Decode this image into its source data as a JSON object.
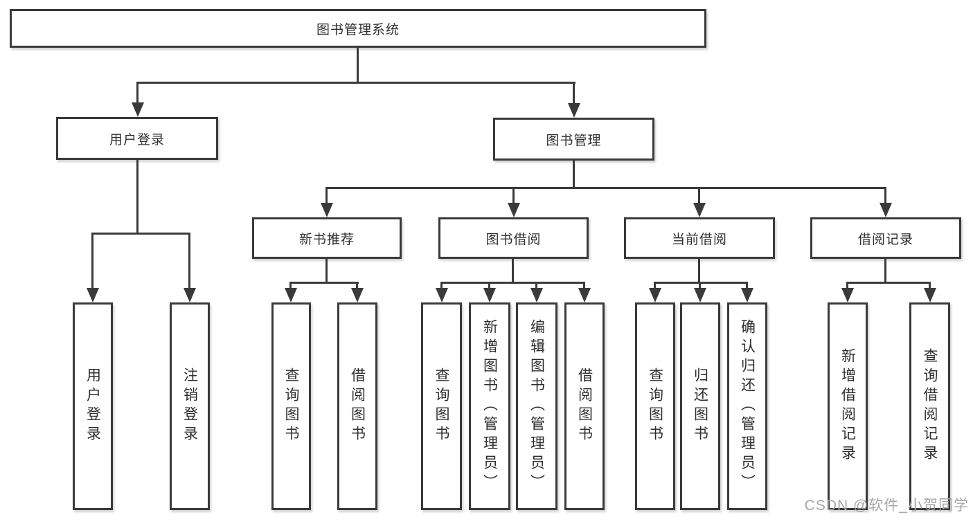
{
  "diagram": {
    "root": {
      "label": "图书管理系统"
    },
    "level2": [
      {
        "label": "用户登录"
      },
      {
        "label": "图书管理"
      }
    ],
    "level3": [
      {
        "label": "新书推荐"
      },
      {
        "label": "图书借阅"
      },
      {
        "label": "当前借阅"
      },
      {
        "label": "借阅记录"
      }
    ],
    "leaves_user": [
      "用户登录",
      "注销登录"
    ],
    "leaves_recommend": [
      "查询图书",
      "借阅图书"
    ],
    "leaves_borrow": [
      "查询图书",
      "新增图书（管理员）",
      "编辑图书（管理员）",
      "借阅图书"
    ],
    "leaves_current": [
      "查询图书",
      "归还图书",
      "确认归还（管理员）"
    ],
    "leaves_record": [
      "新增借阅记录",
      "查询借阅记录"
    ]
  },
  "watermark": {
    "text": "CSDN @软件_小贺同学"
  },
  "colors": {
    "line": "#3a3a3a",
    "text": "#2e2e2e",
    "watermark": "#a6a6a6",
    "background": "#ffffff"
  }
}
